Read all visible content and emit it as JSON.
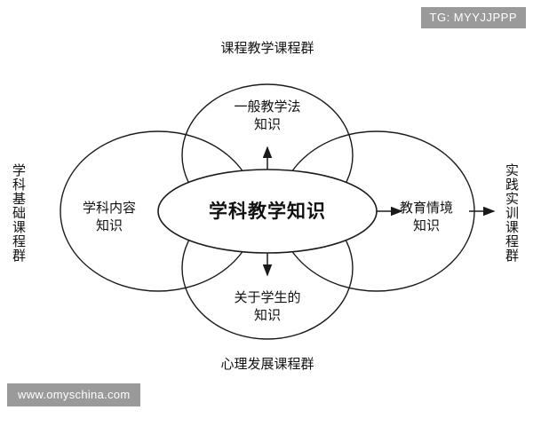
{
  "overlays": {
    "tg_badge": "TG: MYYJJPPP",
    "watermark": "www.omyschina.com"
  },
  "diagram": {
    "type": "venn-overlapping-ellipses",
    "center_label": "学科教学知识",
    "inner_circles": [
      {
        "id": "top",
        "label": "一般教学法\n知识"
      },
      {
        "id": "left",
        "label": "学科内容\n知识"
      },
      {
        "id": "bottom",
        "label": "关于学生的\n知识"
      },
      {
        "id": "right",
        "label": "教育情境\n知识"
      }
    ],
    "outer_labels": [
      {
        "id": "top",
        "label": "课程教学课程群",
        "orientation": "horizontal"
      },
      {
        "id": "bottom",
        "label": "心理发展课程群",
        "orientation": "horizontal"
      },
      {
        "id": "left",
        "label": "学科基础课程群",
        "orientation": "vertical"
      },
      {
        "id": "right",
        "label": "实践实训课程群",
        "orientation": "vertical"
      }
    ],
    "arrows": [
      {
        "from": "center",
        "to": "top"
      },
      {
        "from": "center",
        "to": "bottom"
      },
      {
        "from": "center",
        "to": "right-label"
      },
      {
        "from": "right-ellipse",
        "to": "right-outer"
      }
    ],
    "colors": {
      "stroke": "#1a1a1a",
      "background": "#ffffff",
      "text": "#111111",
      "overlay_background": "#9a9a9a",
      "overlay_text": "#ffffff"
    }
  }
}
